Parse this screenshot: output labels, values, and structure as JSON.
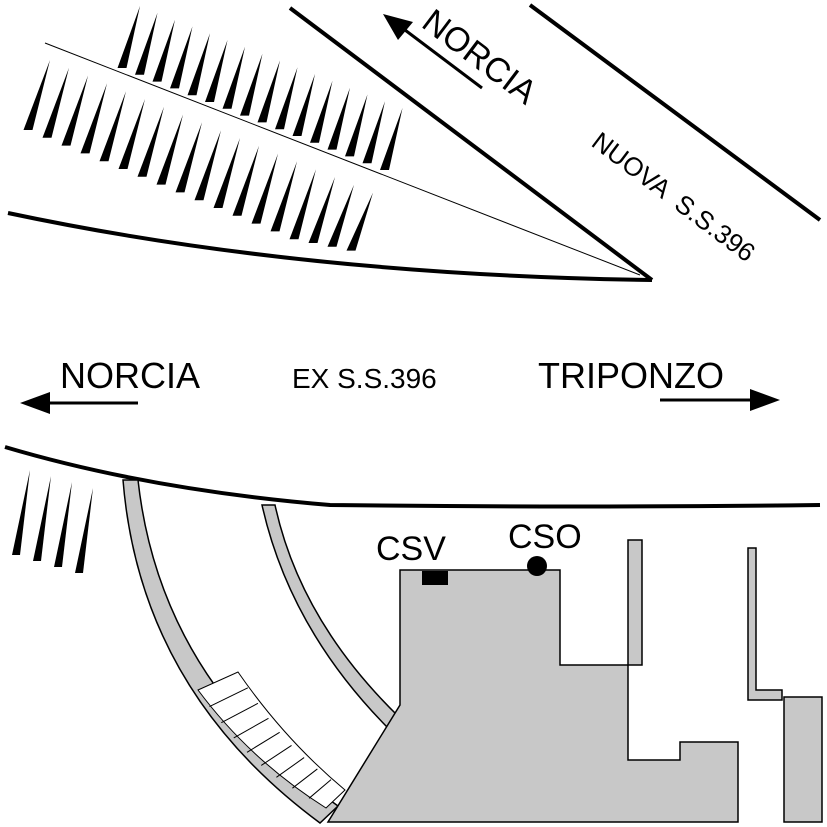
{
  "labels": {
    "norcia_new": "NORCIA",
    "nuova_ss": "NUOVA  S.S.396",
    "norcia_old": "NORCIA",
    "ex_ss": "EX S.S.396",
    "triponzo": "TRIPONZO",
    "csv": "CSV",
    "cso": "CSO"
  },
  "colors": {
    "line": "#000000",
    "building": "#c8c8c8",
    "background": "#ffffff"
  },
  "icons": {
    "arrow_norcia_new": "arrow-up-left-icon",
    "arrow_norcia_old": "arrow-left-icon",
    "arrow_triponzo": "arrow-right-icon",
    "csv_marker": "rectangle-marker-icon",
    "cso_marker": "circle-marker-icon"
  }
}
